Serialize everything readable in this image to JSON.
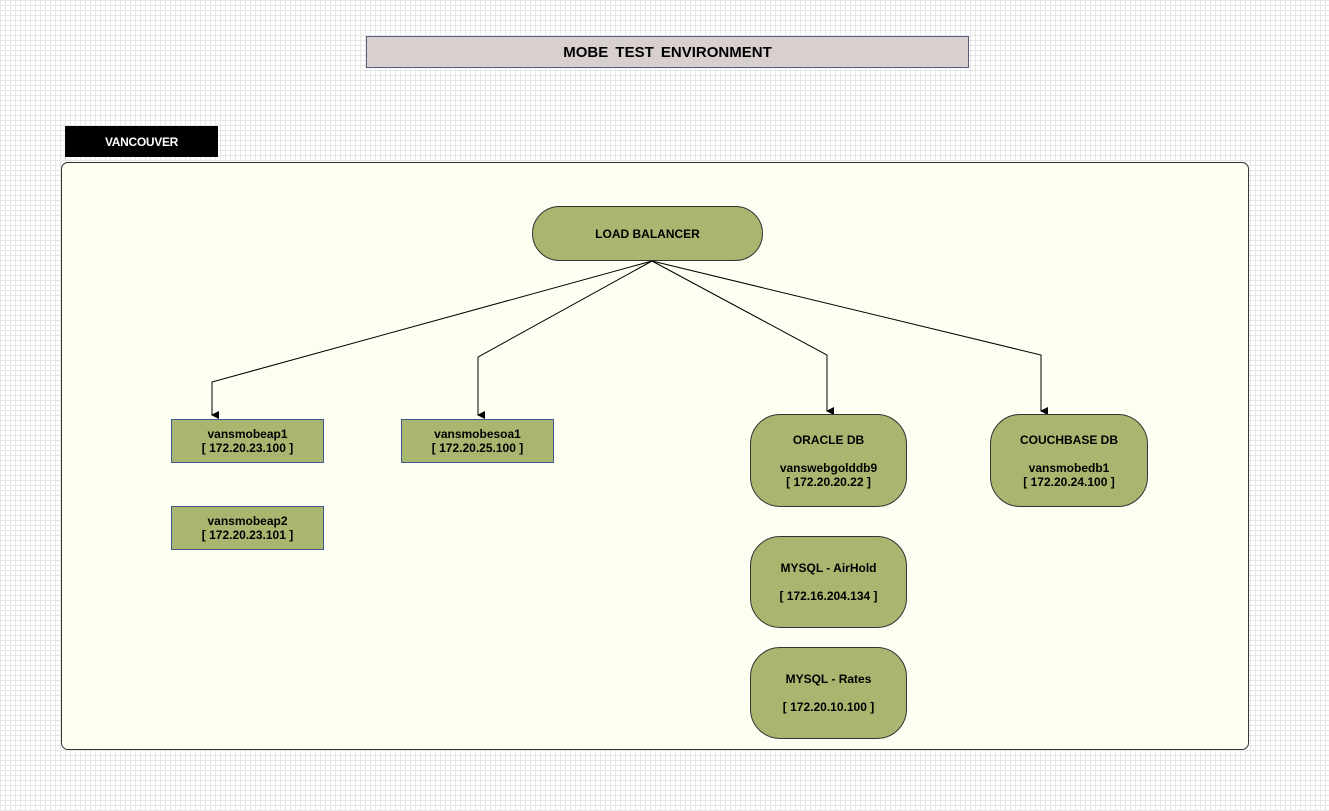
{
  "title": "MOBE  TEST  ENVIRONMENT",
  "region": {
    "label": "VANCOUVER"
  },
  "load_balancer": {
    "label": "LOAD BALANCER"
  },
  "servers": [
    {
      "name": "vansmobeap1",
      "ip": "[ 172.20.23.100 ]"
    },
    {
      "name": "vansmobeap2",
      "ip": "[ 172.20.23.101 ]"
    },
    {
      "name": "vansmobesoa1",
      "ip": "[ 172.20.25.100 ]"
    }
  ],
  "databases": [
    {
      "type": "ORACLE DB",
      "name": "vanswebgolddb9",
      "ip": "[ 172.20.20.22 ]"
    },
    {
      "type": "COUCHBASE DB",
      "name": "vansmobedb1",
      "ip": "[ 172.20.24.100 ]"
    },
    {
      "type": "MYSQL - AirHold",
      "ip": "[ 172.16.204.134 ]"
    },
    {
      "type": "MYSQL - Rates",
      "ip": "[ 172.20.10.100 ]"
    }
  ],
  "colors": {
    "node_fill": "#a9b66f",
    "panel_fill": "#fefef2",
    "title_fill": "#d8cfcf",
    "region_label_fill": "#000000"
  }
}
